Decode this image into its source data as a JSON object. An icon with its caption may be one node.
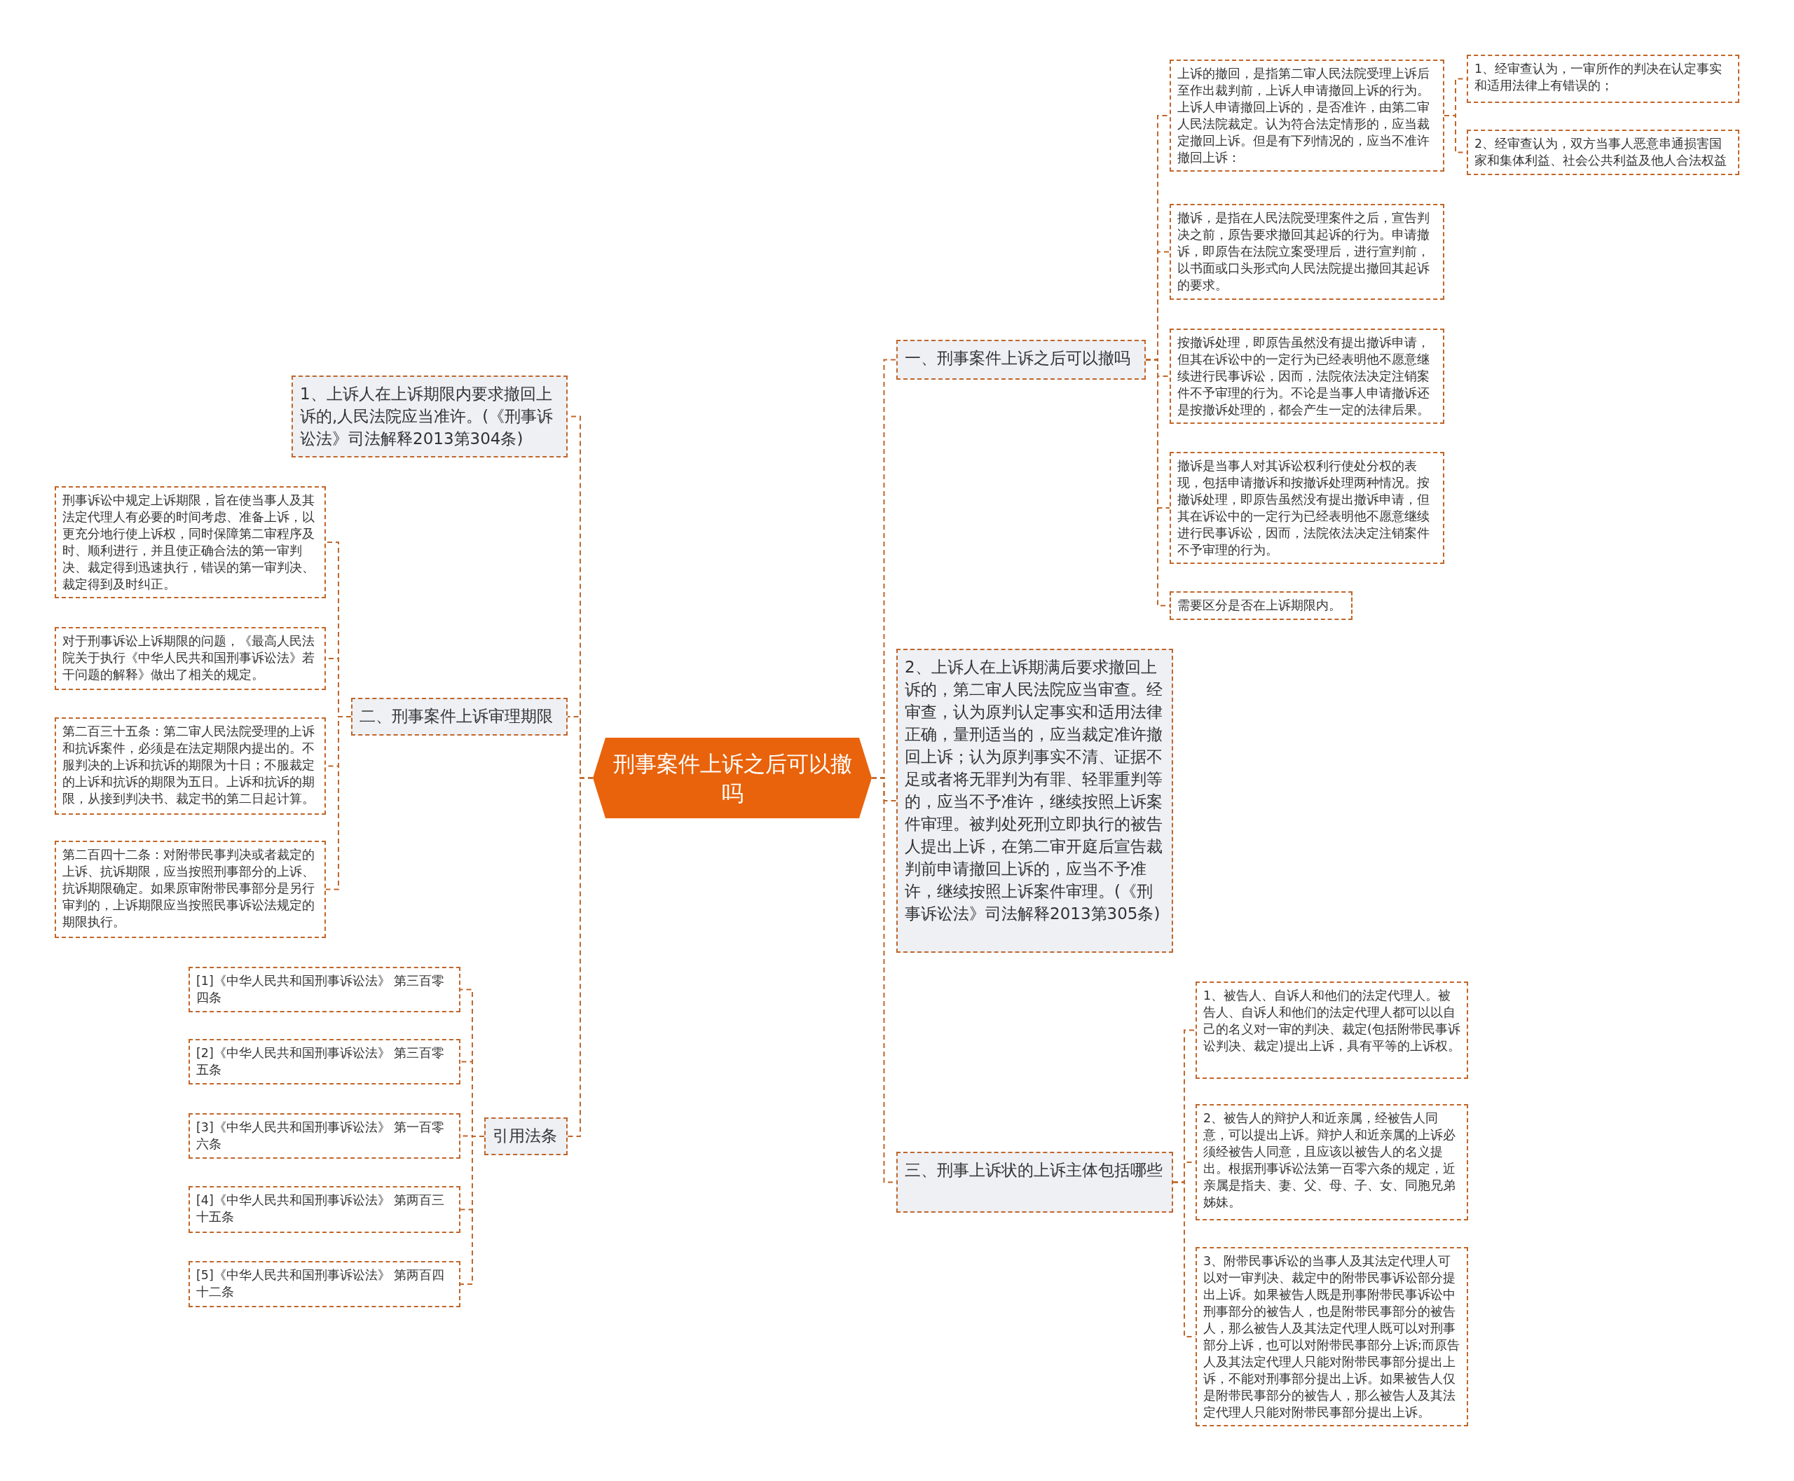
{
  "diagram": {
    "nodes": [
      {
        "text": [
          "刑事案件上诉之后可以撤吗"
        ]
      },
      {
        "text": [
          "一、刑事案件上诉之后可以撤吗"
        ]
      },
      {
        "text": [
          "上诉的撤回，是指第二审人民法院受理上诉后至作出裁判前，上诉人申请撤回上诉的行为。上诉人申请撤回上诉的，是否准许，由第二审人民法院裁定。认为符合法定情形的，应当裁定撤回上诉。但是有下列情况的，应当不准许撤回上诉："
        ]
      },
      {
        "text": [
          "1、经审查认为，一审所作的判决在认定事实和适用法律上有错误的；"
        ]
      },
      {
        "text": [
          "2、经审查认为，双方当事人恶意串通损害国家和集体利益、社会公共利益及他人合法权益"
        ]
      },
      {
        "text": [
          "撤诉，是指在人民法院受理案件之后，宣告判决之前，原告要求撤回其起诉的行为。申请撤诉，即原告在法院立案受理后，进行宣判前，以书面或口头形式向人民法院提出撤回其起诉的要求。"
        ]
      },
      {
        "text": [
          "按撤诉处理，即原告虽然没有提出撤诉申请，但其在诉讼中的一定行为已经表明他不愿意继续进行民事诉讼，因而，法院依法决定注销案件不予审理的行为。不论是当事人申请撤诉还是按撤诉处理的，都会产生一定的法律后果。"
        ]
      },
      {
        "text": [
          "撤诉是当事人对其诉讼权利行使处分权的表现，包括申请撤诉和按撤诉处理两种情况。按撤诉处理，即原告虽然没有提出撤诉申请，但其在诉讼中的一定行为已经表明他不愿意继续进行民事诉讼，因而，法院依法决定注销案件不予审理的行为。"
        ]
      },
      {
        "text": [
          "需要区分是否在上诉期限内。"
        ]
      },
      {
        "text": [
          "2、上诉人在上诉期满后要求撤回上诉的，第二审人民法院应当审查。经审查，认为原判认定事实和适用法律正确，量刑适当的，应当裁定准许撤回上诉；认为原判事实不清、证据不足或者将无罪判为有罪、轻罪重判等的，应当不予准许，继续按照上诉案件审理。被判处死刑立即执行的被告人提出上诉，在第二审开庭后宣告裁判前申请撤回上诉的，应当不予准许，继续按照上诉案件审理。(《刑事诉讼法》司法解释2013第305条)"
        ]
      },
      {
        "text": [
          "三、刑事上诉状的上诉主体包括哪些"
        ]
      },
      {
        "text": [
          "1、被告人、自诉人和他们的法定代理人。被告人、自诉人和他们的法定代理人都可以以自己的名义对一审的判决、裁定(包括附带民事诉讼判决、裁定)提出上诉，具有平等的上诉权。"
        ]
      },
      {
        "text": [
          "2、被告人的辩护人和近亲属，经被告人同意，可以提出上诉。辩护人和近亲属的上诉必须经被告人同意，且应该以被告人的名义提出。根据刑事诉讼法第一百零六条的规定，近亲属是指夫、妻、父、母、子、女、同胞兄弟姊妹。"
        ]
      },
      {
        "text": [
          "3、附带民事诉讼的当事人及其法定代理人可以对一审判决、裁定中的附带民事诉讼部分提出上诉。如果被告人既是刑事附带民事诉讼中刑事部分的被告人，也是附带民事部分的被告人，那么被告人及其法定代理人既可以对刑事部分上诉，也可以对附带民事部分上诉;而原告人及其法定代理人只能对附带民事部分提出上诉，不能对刑事部分提出上诉。如果被告人仅是附带民事部分的被告人，那么被告人及其法定代理人只能对附带民事部分提出上诉。"
        ]
      },
      {
        "text": [
          "1、上诉人在上诉期限内要求撤回上诉的,人民法院应当准许。(《刑事诉讼法》司法解释2013第304条)"
        ]
      },
      {
        "text": [
          "二、刑事案件上诉审理期限"
        ]
      },
      {
        "text": [
          "刑事诉讼中规定上诉期限，旨在使当事人及其法定代理人有必要的时间考虑、准备上诉，以更充分地行使上诉权，同时保障第二审程序及时、顺利进行，并且使正确合法的第一审判决、裁定得到迅速执行，错误的第一审判决、裁定得到及时纠正。"
        ]
      },
      {
        "text": [
          "对于刑事诉讼上诉期限的问题，《最高人民法院关于执行《中华人民共和国刑事诉讼法》若干问题的解释》做出了相关的规定。"
        ]
      },
      {
        "text": [
          "第二百三十五条：第二审人民法院受理的上诉和抗诉案件，必须是在法定期限内提出的。不服判决的上诉和抗诉的期限为十日；不服裁定的上诉和抗诉的期限为五日。上诉和抗诉的期限，从接到判决书、裁定书的第二日起计算。"
        ]
      },
      {
        "text": [
          "第二百四十二条：对附带民事判决或者裁定的上诉、抗诉期限，应当按照刑事部分的上诉、抗诉期限确定。如果原审附带民事部分是另行审判的，上诉期限应当按照民事诉讼法规定的期限执行。"
        ]
      },
      {
        "text": [
          "引用法条"
        ]
      },
      {
        "text": [
          "[1]《中华人民共和国刑事诉讼法》 第三百零四条"
        ]
      },
      {
        "text": [
          "[2]《中华人民共和国刑事诉讼法》 第三百零五条"
        ]
      },
      {
        "text": [
          "[3]《中华人民共和国刑事诉讼法》 第一百零六条"
        ]
      },
      {
        "text": [
          "[4]《中华人民共和国刑事诉讼法》 第两百三十五条"
        ]
      },
      {
        "text": [
          "[5]《中华人民共和国刑事诉讼法》 第两百四十二条"
        ]
      }
    ],
    "edges": [
      {
        "from": 0,
        "to": 1,
        "arrow": "none"
      },
      {
        "from": 0,
        "to": 9,
        "arrow": "none"
      },
      {
        "from": 0,
        "to": 10,
        "arrow": "none"
      },
      {
        "from": 0,
        "to": 14,
        "arrow": "none"
      },
      {
        "from": 0,
        "to": 15,
        "arrow": "none"
      },
      {
        "from": 0,
        "to": 20,
        "arrow": "none"
      },
      {
        "from": 1,
        "to": 2,
        "arrow": "none"
      },
      {
        "from": 1,
        "to": 5,
        "arrow": "none"
      },
      {
        "from": 1,
        "to": 6,
        "arrow": "none"
      },
      {
        "from": 1,
        "to": 7,
        "arrow": "none"
      },
      {
        "from": 1,
        "to": 8,
        "arrow": "none"
      },
      {
        "from": 2,
        "to": 3,
        "arrow": "none"
      },
      {
        "from": 2,
        "to": 4,
        "arrow": "none"
      },
      {
        "from": 10,
        "to": 11,
        "arrow": "none"
      },
      {
        "from": 10,
        "to": 12,
        "arrow": "none"
      },
      {
        "from": 10,
        "to": 13,
        "arrow": "none"
      },
      {
        "from": 15,
        "to": 16,
        "arrow": "none"
      },
      {
        "from": 15,
        "to": 17,
        "arrow": "none"
      },
      {
        "from": 15,
        "to": 18,
        "arrow": "none"
      },
      {
        "from": 15,
        "to": 19,
        "arrow": "none"
      },
      {
        "from": 20,
        "to": 21,
        "arrow": "none"
      },
      {
        "from": 20,
        "to": 22,
        "arrow": "none"
      },
      {
        "from": 20,
        "to": 23,
        "arrow": "none"
      },
      {
        "from": 20,
        "to": 24,
        "arrow": "none"
      },
      {
        "from": 20,
        "to": 25,
        "arrow": "none"
      }
    ]
  }
}
